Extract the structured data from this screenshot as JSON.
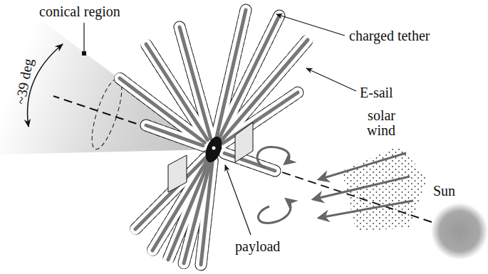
{
  "diagram": {
    "labels": [
      "conical region",
      "~39 deg",
      "charged tether",
      "E-sail",
      "solar wind",
      "Sun",
      "payload"
    ]
  }
}
